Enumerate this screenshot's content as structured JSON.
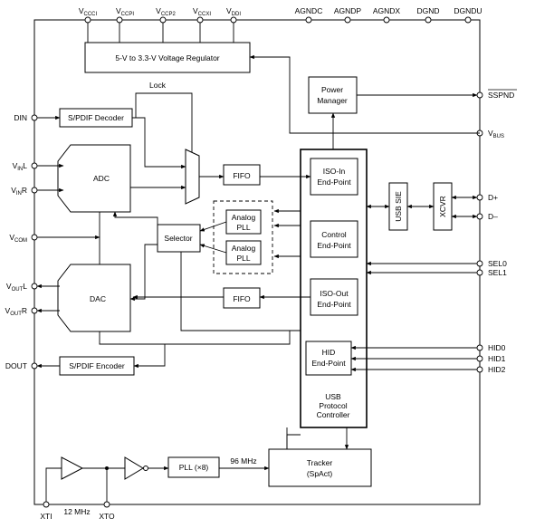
{
  "pins_top": [
    {
      "id": "vccci",
      "main": "V",
      "sub": "CCCI"
    },
    {
      "id": "vccpi",
      "main": "V",
      "sub": "CCPI"
    },
    {
      "id": "vccp2",
      "main": "V",
      "sub": "CCP2"
    },
    {
      "id": "vccxi",
      "main": "V",
      "sub": "CCXI"
    },
    {
      "id": "vddi",
      "main": "V",
      "sub": "DDI"
    },
    {
      "id": "agndc",
      "label": "AGNDC"
    },
    {
      "id": "agndp",
      "label": "AGNDP"
    },
    {
      "id": "agndx",
      "label": "AGNDX"
    },
    {
      "id": "dgnd",
      "label": "DGND"
    },
    {
      "id": "dgndu",
      "label": "DGNDU"
    }
  ],
  "pins_left": {
    "din": "DIN",
    "vinl": {
      "main": "V",
      "sub": "IN",
      "suffix": "L"
    },
    "vinr": {
      "main": "V",
      "sub": "IN",
      "suffix": "R"
    },
    "vcom": {
      "main": "V",
      "sub": "COM"
    },
    "voutl": {
      "main": "V",
      "sub": "OUT",
      "suffix": "L"
    },
    "voutr": {
      "main": "V",
      "sub": "OUT",
      "suffix": "R"
    },
    "dout": "DOUT"
  },
  "pins_right": {
    "sspnd": "SSPND",
    "vbus": {
      "main": "V",
      "sub": "BUS"
    },
    "dplus": "D+",
    "dminus": "D–",
    "sel0": "SEL0",
    "sel1": "SEL1",
    "hid0": "HID0",
    "hid1": "HID1",
    "hid2": "HID2"
  },
  "pins_bottom": {
    "xti": "XTI",
    "xto": "XTO",
    "freq12": "12 MHz"
  },
  "blocks": {
    "regulator": "5-V to 3.3-V Voltage Regulator",
    "power_manager": [
      "Power",
      "Manager"
    ],
    "spdif_decoder": "S/PDIF Decoder",
    "lock": "Lock",
    "adc": "ADC",
    "dac": "DAC",
    "fifo_in": "FIFO",
    "fifo_out": "FIFO",
    "selector": "Selector",
    "analog_pll_1": [
      "Analog",
      "PLL"
    ],
    "analog_pll_2": [
      "Analog",
      "PLL"
    ],
    "iso_in": [
      "ISO-In",
      "End-Point"
    ],
    "control_ep": [
      "Control",
      "End-Point"
    ],
    "iso_out": [
      "ISO-Out",
      "End-Point"
    ],
    "hid_ep": [
      "HID",
      "End-Point"
    ],
    "usb_protocol": [
      "USB",
      "Protocol",
      "Controller"
    ],
    "usb_sie": "USB SIE",
    "xcvr": "XCVR",
    "spdif_encoder": "S/PDIF Encoder",
    "pll": "PLL (×8)",
    "freq96": "96 MHz",
    "tracker": [
      "Tracker",
      "(SpAct)"
    ]
  }
}
